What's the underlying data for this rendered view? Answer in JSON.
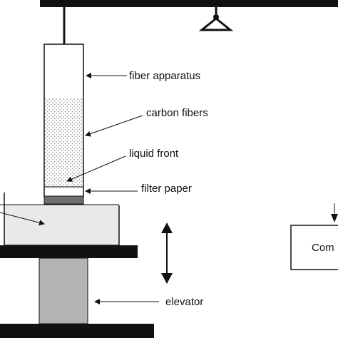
{
  "labels": {
    "fiber_apparatus": "fiber apparatus",
    "carbon_fibers": "carbon fibers",
    "liquid_front": "liquid front",
    "filter_paper": "filter paper",
    "elevator": "elevator",
    "computer_partial": "Com"
  },
  "colors": {
    "stroke": "#111111",
    "beam": "#111111",
    "fiber_dots": "#9a9a9a",
    "filter_paper": "#6e6e6e",
    "liquid": "#e9e9e9",
    "elevator_column": "#b3b3b3"
  },
  "icons": {
    "balance_hook": "triangle-support-icon"
  }
}
